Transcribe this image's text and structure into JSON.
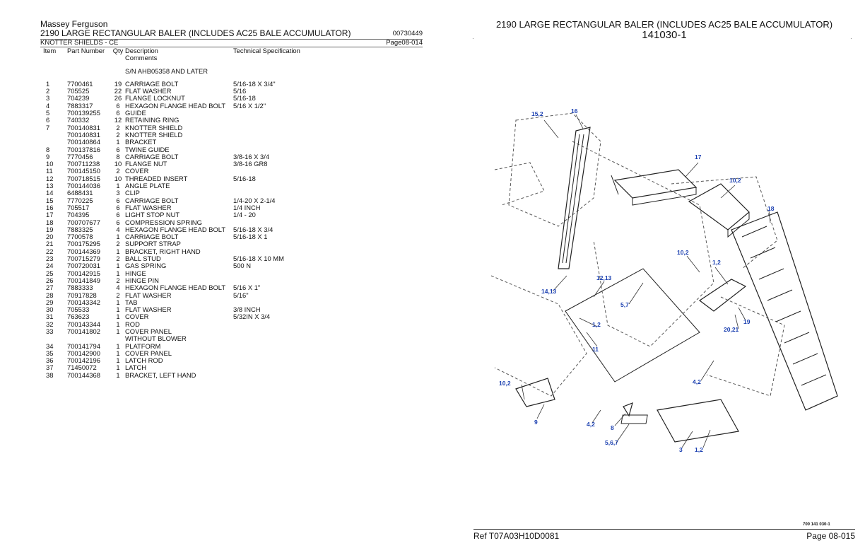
{
  "header": {
    "brand": "Massey Ferguson",
    "title": "2190 LARGE RECTANGULAR BALER (INCLUDES AC25 BALE ACCUMULATOR)",
    "doc_number": "00730449",
    "section": "KNOTTER SHIELDS - CE",
    "page_ref": "Page08-014"
  },
  "columns": {
    "item": "Item",
    "part": "Part Number",
    "qty": "Qty",
    "desc": "Description",
    "comments": "Comments",
    "spec": "Technical Specification"
  },
  "serial_note": "S/N AHB05358 AND LATER",
  "rows": [
    {
      "item": "1",
      "part": "7700461",
      "qty": "19",
      "desc": "CARRIAGE BOLT",
      "spec": "5/16-18 X 3/4\""
    },
    {
      "item": "2",
      "part": "705525",
      "qty": "22",
      "desc": "FLAT WASHER",
      "spec": "5/16"
    },
    {
      "item": "3",
      "part": "704239",
      "qty": "26",
      "desc": "FLANGE LOCKNUT",
      "spec": "5/16-18"
    },
    {
      "item": "4",
      "part": "7883317",
      "qty": "6",
      "desc": "HEXAGON FLANGE HEAD BOLT",
      "spec": "5/16 X 1/2\""
    },
    {
      "item": "5",
      "part": "700139255",
      "qty": "6",
      "desc": "GUIDE",
      "spec": ""
    },
    {
      "item": "6",
      "part": "740332",
      "qty": "12",
      "desc": "RETAINING RING",
      "spec": ""
    },
    {
      "item": "7",
      "part": "700140831",
      "qty": "2",
      "desc": "KNOTTER SHIELD",
      "spec": ""
    },
    {
      "item": "",
      "part": "700140831",
      "qty": "2",
      "desc": "KNOTTER SHIELD",
      "spec": ""
    },
    {
      "item": "",
      "part": "700140864",
      "qty": "1",
      "desc": "BRACKET",
      "spec": ""
    },
    {
      "item": "8",
      "part": "700137816",
      "qty": "6",
      "desc": "TWINE GUIDE",
      "spec": ""
    },
    {
      "item": "9",
      "part": "7770456",
      "qty": "8",
      "desc": "CARRIAGE BOLT",
      "spec": "3/8-16 X 3/4"
    },
    {
      "item": "10",
      "part": "700711238",
      "qty": "10",
      "desc": "FLANGE NUT",
      "spec": "3/8-16 GR8"
    },
    {
      "item": "11",
      "part": "700145150",
      "qty": "2",
      "desc": "COVER",
      "spec": ""
    },
    {
      "item": "12",
      "part": "700718515",
      "qty": "10",
      "desc": "THREADED INSERT",
      "spec": "5/16-18"
    },
    {
      "item": "13",
      "part": "700144036",
      "qty": "1",
      "desc": "ANGLE PLATE",
      "spec": ""
    },
    {
      "item": "14",
      "part": "6488431",
      "qty": "3",
      "desc": "CLIP",
      "spec": ""
    },
    {
      "item": "15",
      "part": "7770225",
      "qty": "6",
      "desc": "CARRIAGE BOLT",
      "spec": "1/4-20 X 2-1/4"
    },
    {
      "item": "16",
      "part": "705517",
      "qty": "6",
      "desc": "FLAT WASHER",
      "spec": "1/4 INCH"
    },
    {
      "item": "17",
      "part": "704395",
      "qty": "6",
      "desc": "LIGHT STOP NUT",
      "spec": "1/4 - 20"
    },
    {
      "item": "18",
      "part": "700707677",
      "qty": "6",
      "desc": "COMPRESSION SPRING",
      "spec": ""
    },
    {
      "item": "19",
      "part": "7883325",
      "qty": "4",
      "desc": "HEXAGON FLANGE HEAD BOLT",
      "spec": "5/16-18 X 3/4"
    },
    {
      "item": "20",
      "part": "7700578",
      "qty": "1",
      "desc": "CARRIAGE BOLT",
      "spec": "5/16-18 X 1"
    },
    {
      "item": "21",
      "part": "700175295",
      "qty": "2",
      "desc": "SUPPORT STRAP",
      "spec": ""
    },
    {
      "item": "22",
      "part": "700144369",
      "qty": "1",
      "desc": "BRACKET, RIGHT HAND",
      "spec": ""
    },
    {
      "item": "23",
      "part": "700715279",
      "qty": "2",
      "desc": "BALL STUD",
      "spec": "5/16-18 X 10 MM"
    },
    {
      "item": "24",
      "part": "700720031",
      "qty": "1",
      "desc": "GAS SPRING",
      "spec": "500 N"
    },
    {
      "item": "25",
      "part": "700142915",
      "qty": "1",
      "desc": "HINGE",
      "spec": ""
    },
    {
      "item": "26",
      "part": "700141849",
      "qty": "2",
      "desc": "HINGE PIN",
      "spec": ""
    },
    {
      "item": "27",
      "part": "7883333",
      "qty": "4",
      "desc": "HEXAGON FLANGE HEAD BOLT",
      "spec": "5/16 X 1\""
    },
    {
      "item": "28",
      "part": "70917828",
      "qty": "2",
      "desc": "FLAT WASHER",
      "spec": "5/16\""
    },
    {
      "item": "29",
      "part": "700143342",
      "qty": "1",
      "desc": "TAB",
      "spec": ""
    },
    {
      "item": "30",
      "part": "705533",
      "qty": "1",
      "desc": "FLAT WASHER",
      "spec": "3/8 INCH"
    },
    {
      "item": "31",
      "part": "763623",
      "qty": "1",
      "desc": "COVER",
      "spec": "5/32IN X 3/4"
    },
    {
      "item": "32",
      "part": "700143344",
      "qty": "1",
      "desc": "ROD",
      "spec": ""
    },
    {
      "item": "33",
      "part": "700141802",
      "qty": "1",
      "desc": "COVER PANEL",
      "spec": ""
    },
    {
      "item": "",
      "part": "",
      "qty": "",
      "desc": "WITHOUT BLOWER",
      "spec": ""
    },
    {
      "item": "34",
      "part": "700141794",
      "qty": "1",
      "desc": "PLATFORM",
      "spec": ""
    },
    {
      "item": "35",
      "part": "700142900",
      "qty": "1",
      "desc": "COVER PANEL",
      "spec": ""
    },
    {
      "item": "36",
      "part": "700142196",
      "qty": "1",
      "desc": "LATCH ROD",
      "spec": ""
    },
    {
      "item": "37",
      "part": "71450072",
      "qty": "1",
      "desc": "LATCH",
      "spec": ""
    },
    {
      "item": "38",
      "part": "700144368",
      "qty": "1",
      "desc": "BRACKET, LEFT HAND",
      "spec": ""
    }
  ],
  "diagram": {
    "title": "2190 LARGE RECTANGULAR BALER (INCLUDES AC25 BALE ACCUMULATOR)",
    "number": "141030-1",
    "image_ref": "700 141 030-1",
    "callouts": [
      "15,2",
      "16",
      "17",
      "10,2",
      "18",
      "10,2",
      "1,2",
      "12,13",
      "14,13",
      "5,7",
      "1,2",
      "11",
      "19",
      "20,21",
      "4,2",
      "10,2",
      "9",
      "4,2",
      "8",
      "5,6,7",
      "3",
      "1,2"
    ]
  },
  "footer": {
    "ref": "Ref   T07A03H10D0081",
    "page": "Page   08-015"
  }
}
